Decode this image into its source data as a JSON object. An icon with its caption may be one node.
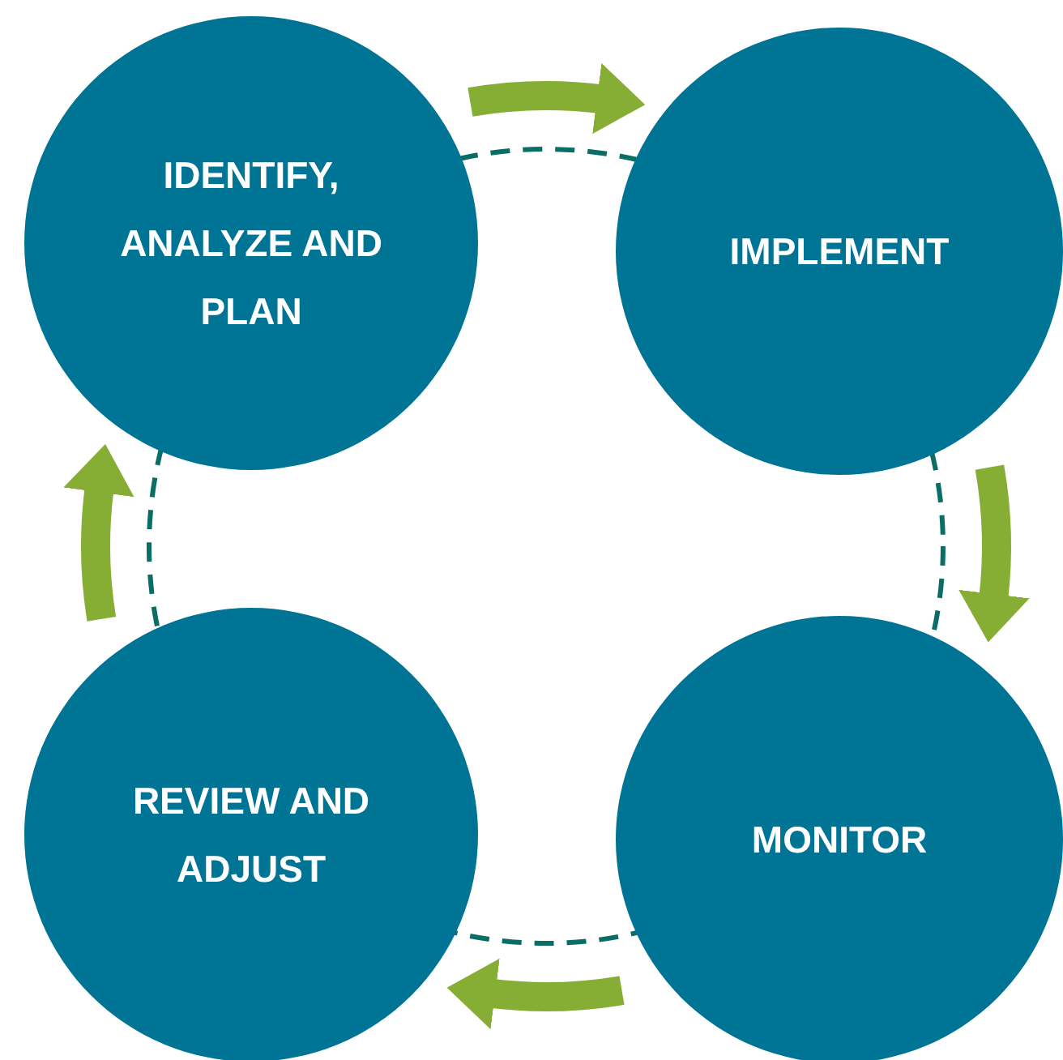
{
  "diagram": {
    "nodes": [
      {
        "text": [
          "IDENTIFY, ANALYZE AND PLAN"
        ]
      },
      {
        "text": [
          "IMPLEMENT"
        ]
      },
      {
        "text": [
          "MONITOR"
        ]
      },
      {
        "text": [
          "REVIEW AND ADJUST"
        ]
      }
    ],
    "edges": [
      {
        "from": 0,
        "to": 1,
        "arrow": "to"
      },
      {
        "from": 1,
        "to": 2,
        "arrow": "to"
      },
      {
        "from": 2,
        "to": 3,
        "arrow": "to"
      },
      {
        "from": 3,
        "to": 0,
        "arrow": "to"
      }
    ]
  }
}
